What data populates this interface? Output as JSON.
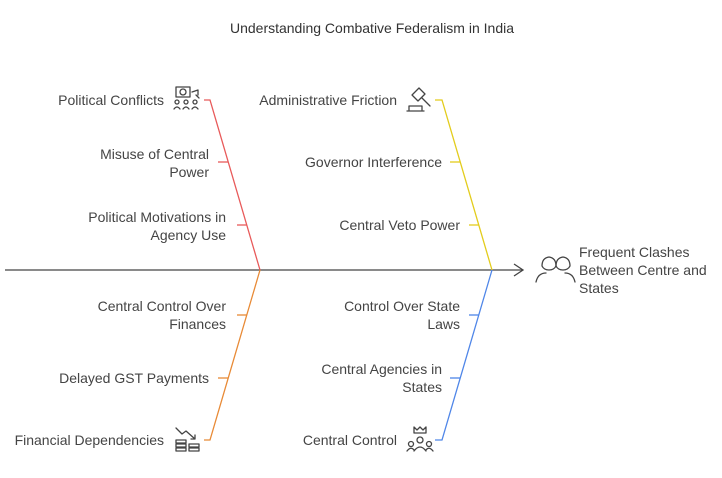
{
  "title": "Understanding Combative Federalism in India",
  "effect": {
    "lines": [
      "Frequent Clashes",
      "Between Centre and",
      "States"
    ],
    "icon": "people-conflict-icon"
  },
  "colors": {
    "red": "#e85a5a",
    "yellow": "#e3cc1c",
    "orange": "#e88a36",
    "blue": "#4f86e8",
    "spine": "#444444"
  },
  "bones": {
    "red": {
      "head": "Political Conflicts",
      "icon": "protest-icon",
      "causes": [
        [
          "Misuse of Central",
          "Power"
        ],
        [
          "Political Motivations in",
          "Agency Use"
        ]
      ]
    },
    "yellow": {
      "head": "Administrative Friction",
      "icon": "gavel-icon",
      "causes": [
        [
          "Governor Interference"
        ],
        [
          "Central Veto Power"
        ]
      ]
    },
    "orange": {
      "head": "Financial Dependencies",
      "icon": "declining-money-icon",
      "causes": [
        [
          "Central Control Over",
          "Finances"
        ],
        [
          "Delayed GST Payments"
        ]
      ]
    },
    "blue": {
      "head": "Central Control",
      "icon": "crowned-group-icon",
      "causes": [
        [
          "Control Over State",
          "Laws"
        ],
        [
          "Central Agencies in",
          "States"
        ]
      ]
    }
  }
}
